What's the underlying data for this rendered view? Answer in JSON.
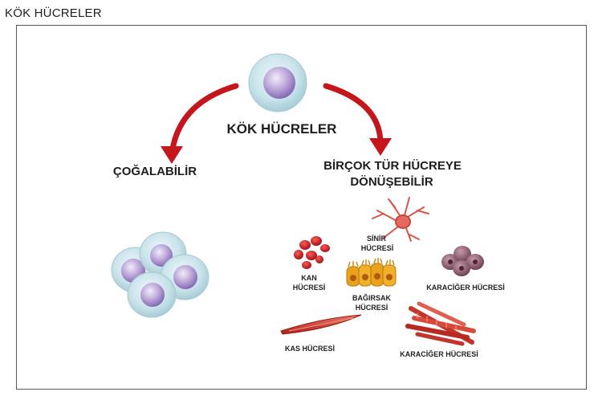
{
  "header": {
    "title": "KÖK HÜCRELER"
  },
  "diagram": {
    "center_label": "KÖK HÜCRELER",
    "left_label": "ÇOĞALABİLİR",
    "right_label_line1": "BİRÇOK TÜR HÜCREYE",
    "right_label_line2": "DÖNÜŞEBİLİR",
    "cells": {
      "nerve": {
        "line1": "SİNİR",
        "line2": "HÜCRESİ"
      },
      "blood": {
        "line1": "KAN",
        "line2": "HÜCRESİ"
      },
      "intestine": {
        "line1": "BAĞIRSAK",
        "line2": "HÜCRESİ"
      },
      "liver": {
        "label": "KARACİĞER HÜCRESİ"
      },
      "muscle": {
        "label": "KAS HÜCRESİ"
      },
      "heart": {
        "label": "KARACİĞER HÜCRESİ"
      }
    }
  },
  "colors": {
    "arrow": "#c4161c",
    "stem_cytoplasm": "#c9e3ea",
    "stem_nucleus": "#a58cc8",
    "blood": "#c2121a",
    "nerve": "#d4564a",
    "intestine": "#e9a21c",
    "liver": "#8a5a6e",
    "muscle": "#c2352c"
  }
}
